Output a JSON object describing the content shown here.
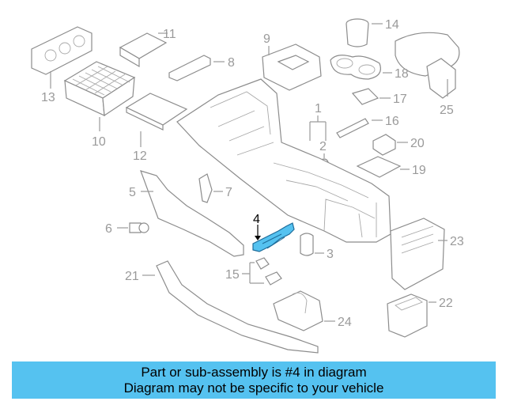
{
  "diagram": {
    "highlighted_part": "4",
    "highlight_color": "#55c2f0",
    "callouts": [
      "1",
      "2",
      "3",
      "4",
      "5",
      "6",
      "7",
      "8",
      "9",
      "10",
      "11",
      "12",
      "13",
      "14",
      "15",
      "16",
      "17",
      "18",
      "19",
      "20",
      "21",
      "22",
      "23",
      "24",
      "25"
    ]
  },
  "banner": {
    "line1": "Part or sub-assembly is #4 in diagram",
    "line2": "Diagram may not be specific to your vehicle",
    "background": "#55c2f0"
  }
}
